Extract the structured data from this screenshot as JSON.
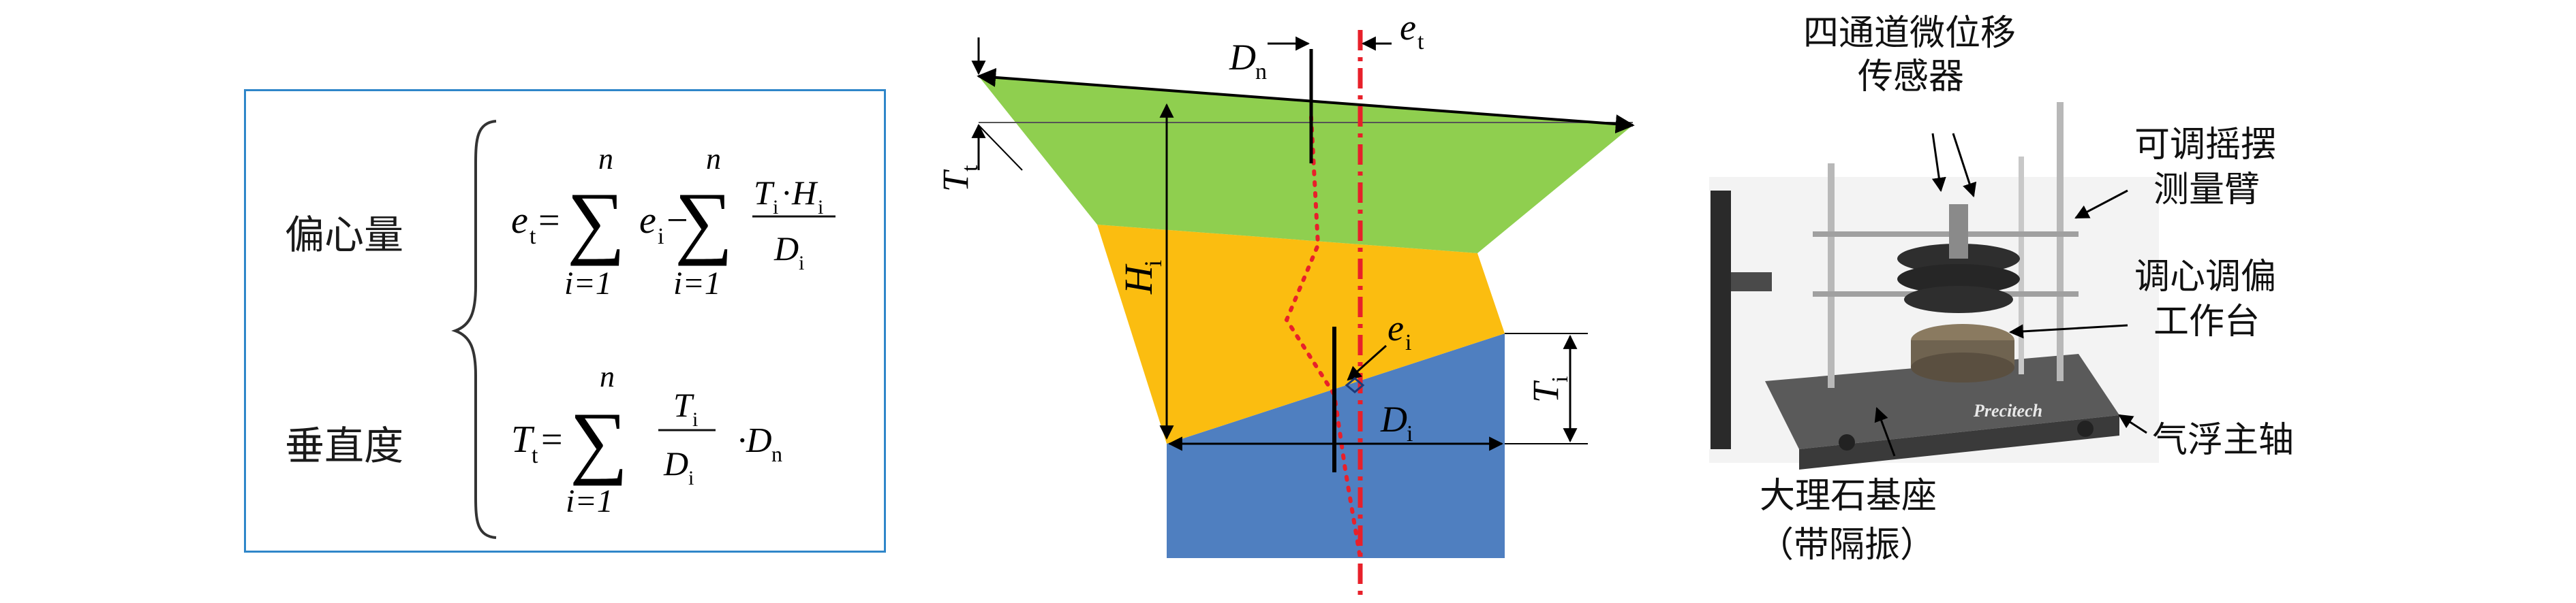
{
  "formulas": {
    "eccentricity_label": "偏心量",
    "verticality_label": "垂直度",
    "eq1": {
      "lhs": "e",
      "lhs_sub": "t",
      "sum_top": "n",
      "sum_bottom": "i=1",
      "term1": "e",
      "term1_sub": "i",
      "minus": "−",
      "frac_num": "T",
      "frac_num_sub": "i",
      "frac_dot": "·",
      "frac_num2": "H",
      "frac_num2_sub": "i",
      "frac_den": "D",
      "frac_den_sub": "i"
    },
    "eq2": {
      "lhs": "T",
      "lhs_sub": "t",
      "sum_top": "n",
      "sum_bottom": "i=1",
      "frac_num": "T",
      "frac_num_sub": "i",
      "frac_den": "D",
      "frac_den_sub": "i",
      "tail": "·D",
      "tail_sub": "n"
    }
  },
  "diagram": {
    "colors": {
      "top": "#8fcf4f",
      "middle": "#fbbd10",
      "bottom": "#4f7fc0",
      "axis": "#e8202a"
    },
    "labels": {
      "Dn": "D",
      "Dn_sub": "n",
      "et": "e",
      "et_sub": "t",
      "Tt": "T",
      "Tt_sub": "t",
      "Hi": "H",
      "Hi_sub": "i",
      "ei": "e",
      "ei_sub": "i",
      "Ti": "T",
      "Ti_sub": "i",
      "Di": "D",
      "Di_sub": "i"
    }
  },
  "photo": {
    "brand_text": "Precitech",
    "callouts": {
      "sensor": "四通道微位移",
      "sensor2": "传感器",
      "arm": "可调摇摆",
      "arm2": "测量臂",
      "table": "调心调偏",
      "table2": "工作台",
      "spindle": "气浮主轴",
      "base": "大理石基座",
      "base2": "（带隔振）"
    }
  }
}
